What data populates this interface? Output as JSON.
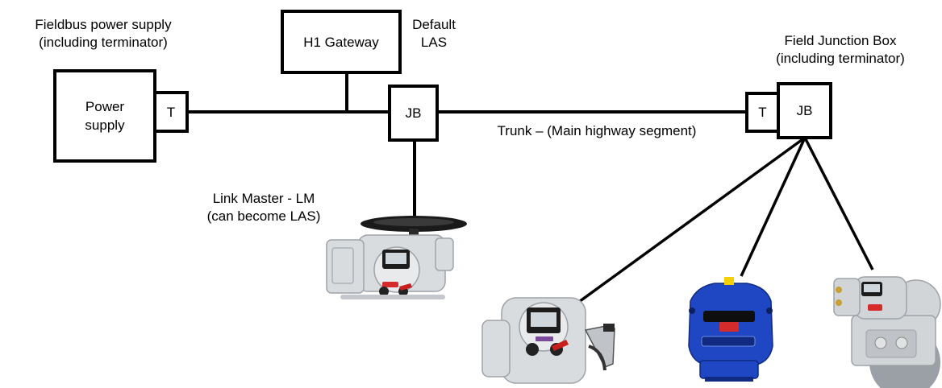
{
  "labels": {
    "fieldbus_power_supply": [
      "Fieldbus power supply",
      "(including terminator)"
    ],
    "default_las": [
      "Default",
      "LAS"
    ],
    "field_junction_box": [
      "Field Junction Box",
      "(including terminator)"
    ],
    "trunk": "Trunk – (Main highway segment)",
    "link_master": [
      "Link Master - LM",
      "(can become LAS)"
    ]
  },
  "boxes": {
    "power_supply": [
      "Power",
      "supply"
    ],
    "terminator_left": "T",
    "h1_gateway": "H1 Gateway",
    "junction_box_center": "JB",
    "terminator_right": "T",
    "junction_box_right": "JB"
  },
  "devices": {
    "link_master_actuator": {
      "body_color": "#d9dcdf",
      "handwheel_color": "#1a1a1a"
    },
    "actuator_grey_left": {
      "body_color": "#d9dcdf"
    },
    "actuator_blue": {
      "body_color": "#1f47c4"
    },
    "actuator_grey_right": {
      "body_color": "#d2d5d8"
    }
  }
}
